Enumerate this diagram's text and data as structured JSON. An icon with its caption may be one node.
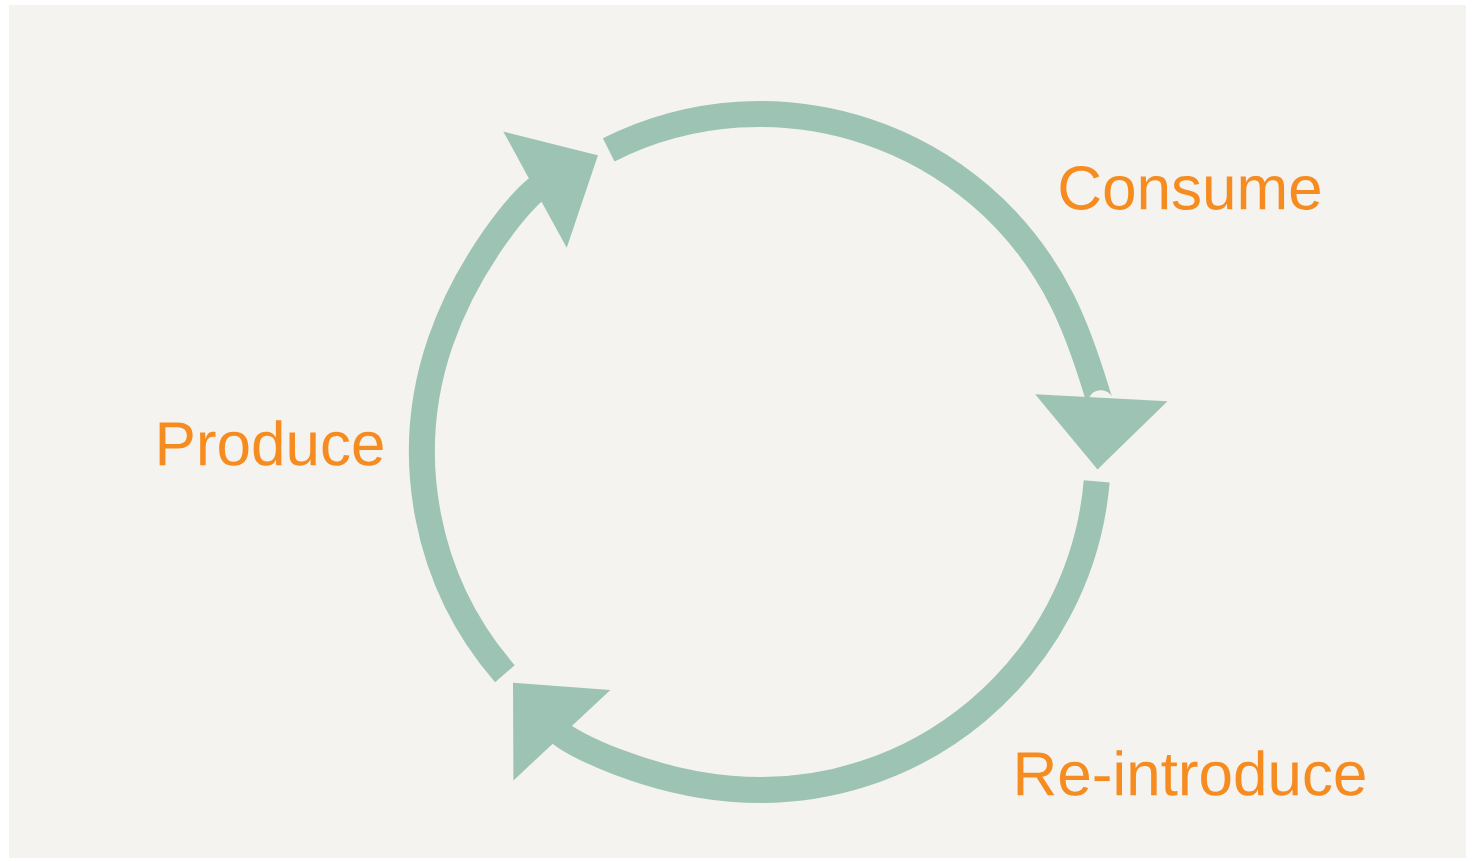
{
  "diagram": {
    "labels": [
      "Consume",
      "Produce",
      "Re-introduce"
    ]
  }
}
